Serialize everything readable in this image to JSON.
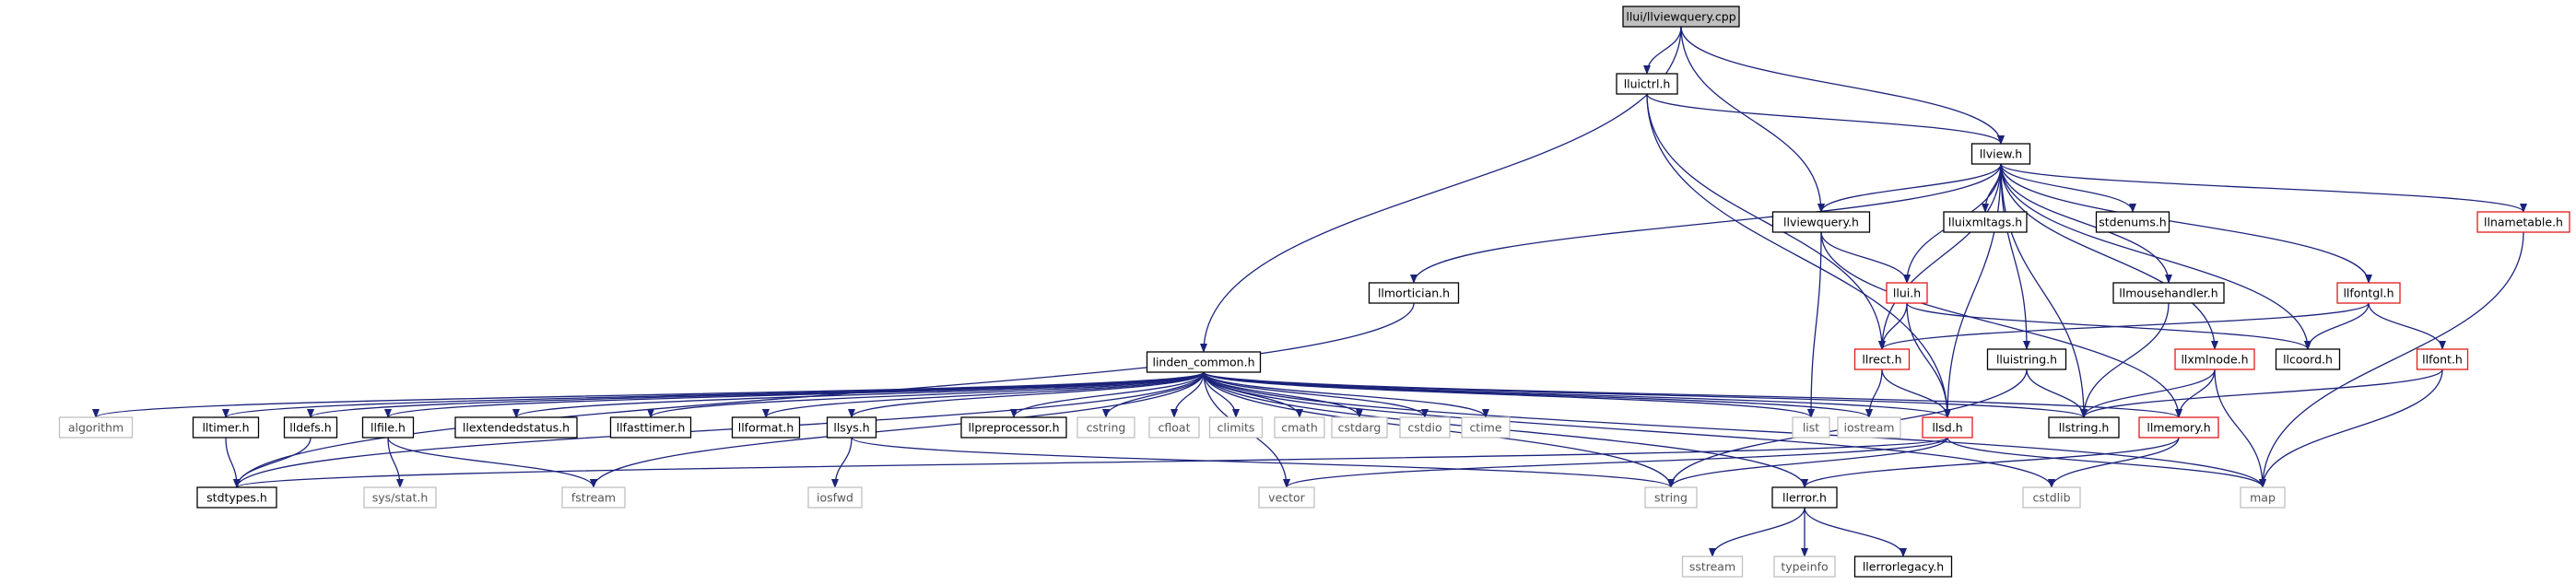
{
  "colors": {
    "edge": "#1b237a",
    "edge_head": "#1b237a",
    "root_fill": "#bfbfbf",
    "local_border": "#000000",
    "truncated_border": "#e01a1a",
    "system_border": "#bfbfbf",
    "system_text": "#555555",
    "text": "#000000"
  },
  "nodes": [
    {
      "id": "llviewquery_cpp",
      "label": "llui/llviewquery.cpp",
      "kind": "root"
    },
    {
      "id": "lluictrl",
      "label": "lluictrl.h",
      "kind": "local"
    },
    {
      "id": "llview",
      "label": "llview.h",
      "kind": "local"
    },
    {
      "id": "linden_common",
      "label": "linden_common.h",
      "kind": "local"
    },
    {
      "id": "llviewquery_h",
      "label": "llviewquery.h",
      "kind": "local"
    },
    {
      "id": "lluixmltags",
      "label": "lluixmltags.h",
      "kind": "local"
    },
    {
      "id": "stdenums",
      "label": "stdenums.h",
      "kind": "local"
    },
    {
      "id": "llnametable",
      "label": "llnametable.h",
      "kind": "truncated"
    },
    {
      "id": "llmortician",
      "label": "llmortician.h",
      "kind": "local"
    },
    {
      "id": "llui",
      "label": "llui.h",
      "kind": "truncated"
    },
    {
      "id": "llmousehandler",
      "label": "llmousehandler.h",
      "kind": "local"
    },
    {
      "id": "llfontgl",
      "label": "llfontgl.h",
      "kind": "truncated"
    },
    {
      "id": "llrect",
      "label": "llrect.h",
      "kind": "truncated"
    },
    {
      "id": "lluistring",
      "label": "lluistring.h",
      "kind": "local"
    },
    {
      "id": "llxmlnode",
      "label": "llxmlnode.h",
      "kind": "truncated"
    },
    {
      "id": "llcoord",
      "label": "llcoord.h",
      "kind": "local"
    },
    {
      "id": "llfont",
      "label": "llfont.h",
      "kind": "truncated"
    },
    {
      "id": "algorithm",
      "label": "algorithm",
      "kind": "system"
    },
    {
      "id": "lltimer",
      "label": "lltimer.h",
      "kind": "local"
    },
    {
      "id": "lldefs",
      "label": "lldefs.h",
      "kind": "local"
    },
    {
      "id": "llfile",
      "label": "llfile.h",
      "kind": "local"
    },
    {
      "id": "llextendedstatus",
      "label": "llextendedstatus.h",
      "kind": "local"
    },
    {
      "id": "llfasttimer",
      "label": "llfasttimer.h",
      "kind": "local"
    },
    {
      "id": "llformat",
      "label": "llformat.h",
      "kind": "local"
    },
    {
      "id": "llsys",
      "label": "llsys.h",
      "kind": "local"
    },
    {
      "id": "llpreprocessor",
      "label": "llpreprocessor.h",
      "kind": "local"
    },
    {
      "id": "cstring",
      "label": "cstring",
      "kind": "system"
    },
    {
      "id": "cfloat",
      "label": "cfloat",
      "kind": "system"
    },
    {
      "id": "climits",
      "label": "climits",
      "kind": "system"
    },
    {
      "id": "cmath",
      "label": "cmath",
      "kind": "system"
    },
    {
      "id": "cstdarg",
      "label": "cstdarg",
      "kind": "system"
    },
    {
      "id": "cstdio",
      "label": "cstdio",
      "kind": "system"
    },
    {
      "id": "ctime",
      "label": "ctime",
      "kind": "system"
    },
    {
      "id": "list",
      "label": "list",
      "kind": "system"
    },
    {
      "id": "iostream",
      "label": "iostream",
      "kind": "system"
    },
    {
      "id": "llsd",
      "label": "llsd.h",
      "kind": "truncated"
    },
    {
      "id": "llstring",
      "label": "llstring.h",
      "kind": "local"
    },
    {
      "id": "llmemory",
      "label": "llmemory.h",
      "kind": "truncated"
    },
    {
      "id": "stdtypes",
      "label": "stdtypes.h",
      "kind": "local"
    },
    {
      "id": "sysstat",
      "label": "sys/stat.h",
      "kind": "system"
    },
    {
      "id": "fstream",
      "label": "fstream",
      "kind": "system"
    },
    {
      "id": "iosfwd",
      "label": "iosfwd",
      "kind": "system"
    },
    {
      "id": "vector",
      "label": "vector",
      "kind": "system"
    },
    {
      "id": "string",
      "label": "string",
      "kind": "system"
    },
    {
      "id": "llerror",
      "label": "llerror.h",
      "kind": "local"
    },
    {
      "id": "cstdlib",
      "label": "cstdlib",
      "kind": "system"
    },
    {
      "id": "map",
      "label": "map",
      "kind": "system"
    },
    {
      "id": "sstream",
      "label": "sstream",
      "kind": "system"
    },
    {
      "id": "typeinfo",
      "label": "typeinfo",
      "kind": "system"
    },
    {
      "id": "llerrorlegacy",
      "label": "llerrorlegacy.h",
      "kind": "local"
    }
  ],
  "edges": [
    [
      "llviewquery_cpp",
      "lluictrl"
    ],
    [
      "llviewquery_cpp",
      "llview"
    ],
    [
      "llviewquery_cpp",
      "linden_common"
    ],
    [
      "llviewquery_cpp",
      "llviewquery_h"
    ],
    [
      "lluictrl",
      "llview"
    ],
    [
      "lluictrl",
      "llrect"
    ],
    [
      "lluictrl",
      "llsd"
    ],
    [
      "llview",
      "llviewquery_h"
    ],
    [
      "llview",
      "lluixmltags"
    ],
    [
      "llview",
      "stdenums"
    ],
    [
      "llview",
      "llnametable"
    ],
    [
      "llview",
      "llmortician"
    ],
    [
      "llview",
      "llui"
    ],
    [
      "llview",
      "llmousehandler"
    ],
    [
      "llview",
      "llfontgl"
    ],
    [
      "llview",
      "llrect"
    ],
    [
      "llview",
      "lluistring"
    ],
    [
      "llview",
      "llxmlnode"
    ],
    [
      "llview",
      "llcoord"
    ],
    [
      "llview",
      "llsd"
    ],
    [
      "llview",
      "llstring"
    ],
    [
      "llviewquery_h",
      "llui"
    ],
    [
      "llviewquery_h",
      "list"
    ],
    [
      "llviewquery_h",
      "llmemory"
    ],
    [
      "llui",
      "llrect"
    ],
    [
      "llui",
      "llcoord"
    ],
    [
      "llui",
      "llsd"
    ],
    [
      "llfontgl",
      "llrect"
    ],
    [
      "llfontgl",
      "llcoord"
    ],
    [
      "llfontgl",
      "llfont"
    ],
    [
      "llrect",
      "iostream"
    ],
    [
      "llrect",
      "llsd"
    ],
    [
      "llmousehandler",
      "llstring"
    ],
    [
      "lluistring",
      "llstring"
    ],
    [
      "lluistring",
      "string"
    ],
    [
      "llxmlnode",
      "llstring"
    ],
    [
      "llxmlnode",
      "llmemory"
    ],
    [
      "llxmlnode",
      "map"
    ],
    [
      "llfont",
      "llstring"
    ],
    [
      "llfont",
      "map"
    ],
    [
      "llnametable",
      "map"
    ],
    [
      "llmortician",
      "stdtypes"
    ],
    [
      "linden_common",
      "algorithm"
    ],
    [
      "linden_common",
      "lltimer"
    ],
    [
      "linden_common",
      "lldefs"
    ],
    [
      "linden_common",
      "llfile"
    ],
    [
      "linden_common",
      "llextendedstatus"
    ],
    [
      "linden_common",
      "llfasttimer"
    ],
    [
      "linden_common",
      "llformat"
    ],
    [
      "linden_common",
      "llsys"
    ],
    [
      "linden_common",
      "llpreprocessor"
    ],
    [
      "linden_common",
      "cstring"
    ],
    [
      "linden_common",
      "cfloat"
    ],
    [
      "linden_common",
      "climits"
    ],
    [
      "linden_common",
      "cmath"
    ],
    [
      "linden_common",
      "cstdarg"
    ],
    [
      "linden_common",
      "cstdio"
    ],
    [
      "linden_common",
      "ctime"
    ],
    [
      "linden_common",
      "list"
    ],
    [
      "linden_common",
      "iostream"
    ],
    [
      "linden_common",
      "llsd"
    ],
    [
      "linden_common",
      "llstring"
    ],
    [
      "linden_common",
      "llmemory"
    ],
    [
      "linden_common",
      "stdtypes"
    ],
    [
      "linden_common",
      "fstream"
    ],
    [
      "linden_common",
      "vector"
    ],
    [
      "linden_common",
      "string"
    ],
    [
      "linden_common",
      "llerror"
    ],
    [
      "linden_common",
      "cstdlib"
    ],
    [
      "linden_common",
      "map"
    ],
    [
      "lltimer",
      "stdtypes"
    ],
    [
      "lldefs",
      "stdtypes"
    ],
    [
      "llfile",
      "sysstat"
    ],
    [
      "llfile",
      "fstream"
    ],
    [
      "llsys",
      "iosfwd"
    ],
    [
      "llsys",
      "string"
    ],
    [
      "llsd",
      "stdtypes"
    ],
    [
      "llsd",
      "vector"
    ],
    [
      "llsd",
      "string"
    ],
    [
      "llsd",
      "map"
    ],
    [
      "llmemory",
      "cstdlib"
    ],
    [
      "llmemory",
      "llerror"
    ],
    [
      "llerror",
      "sstream"
    ],
    [
      "llerror",
      "typeinfo"
    ],
    [
      "llerror",
      "llerrorlegacy"
    ]
  ]
}
